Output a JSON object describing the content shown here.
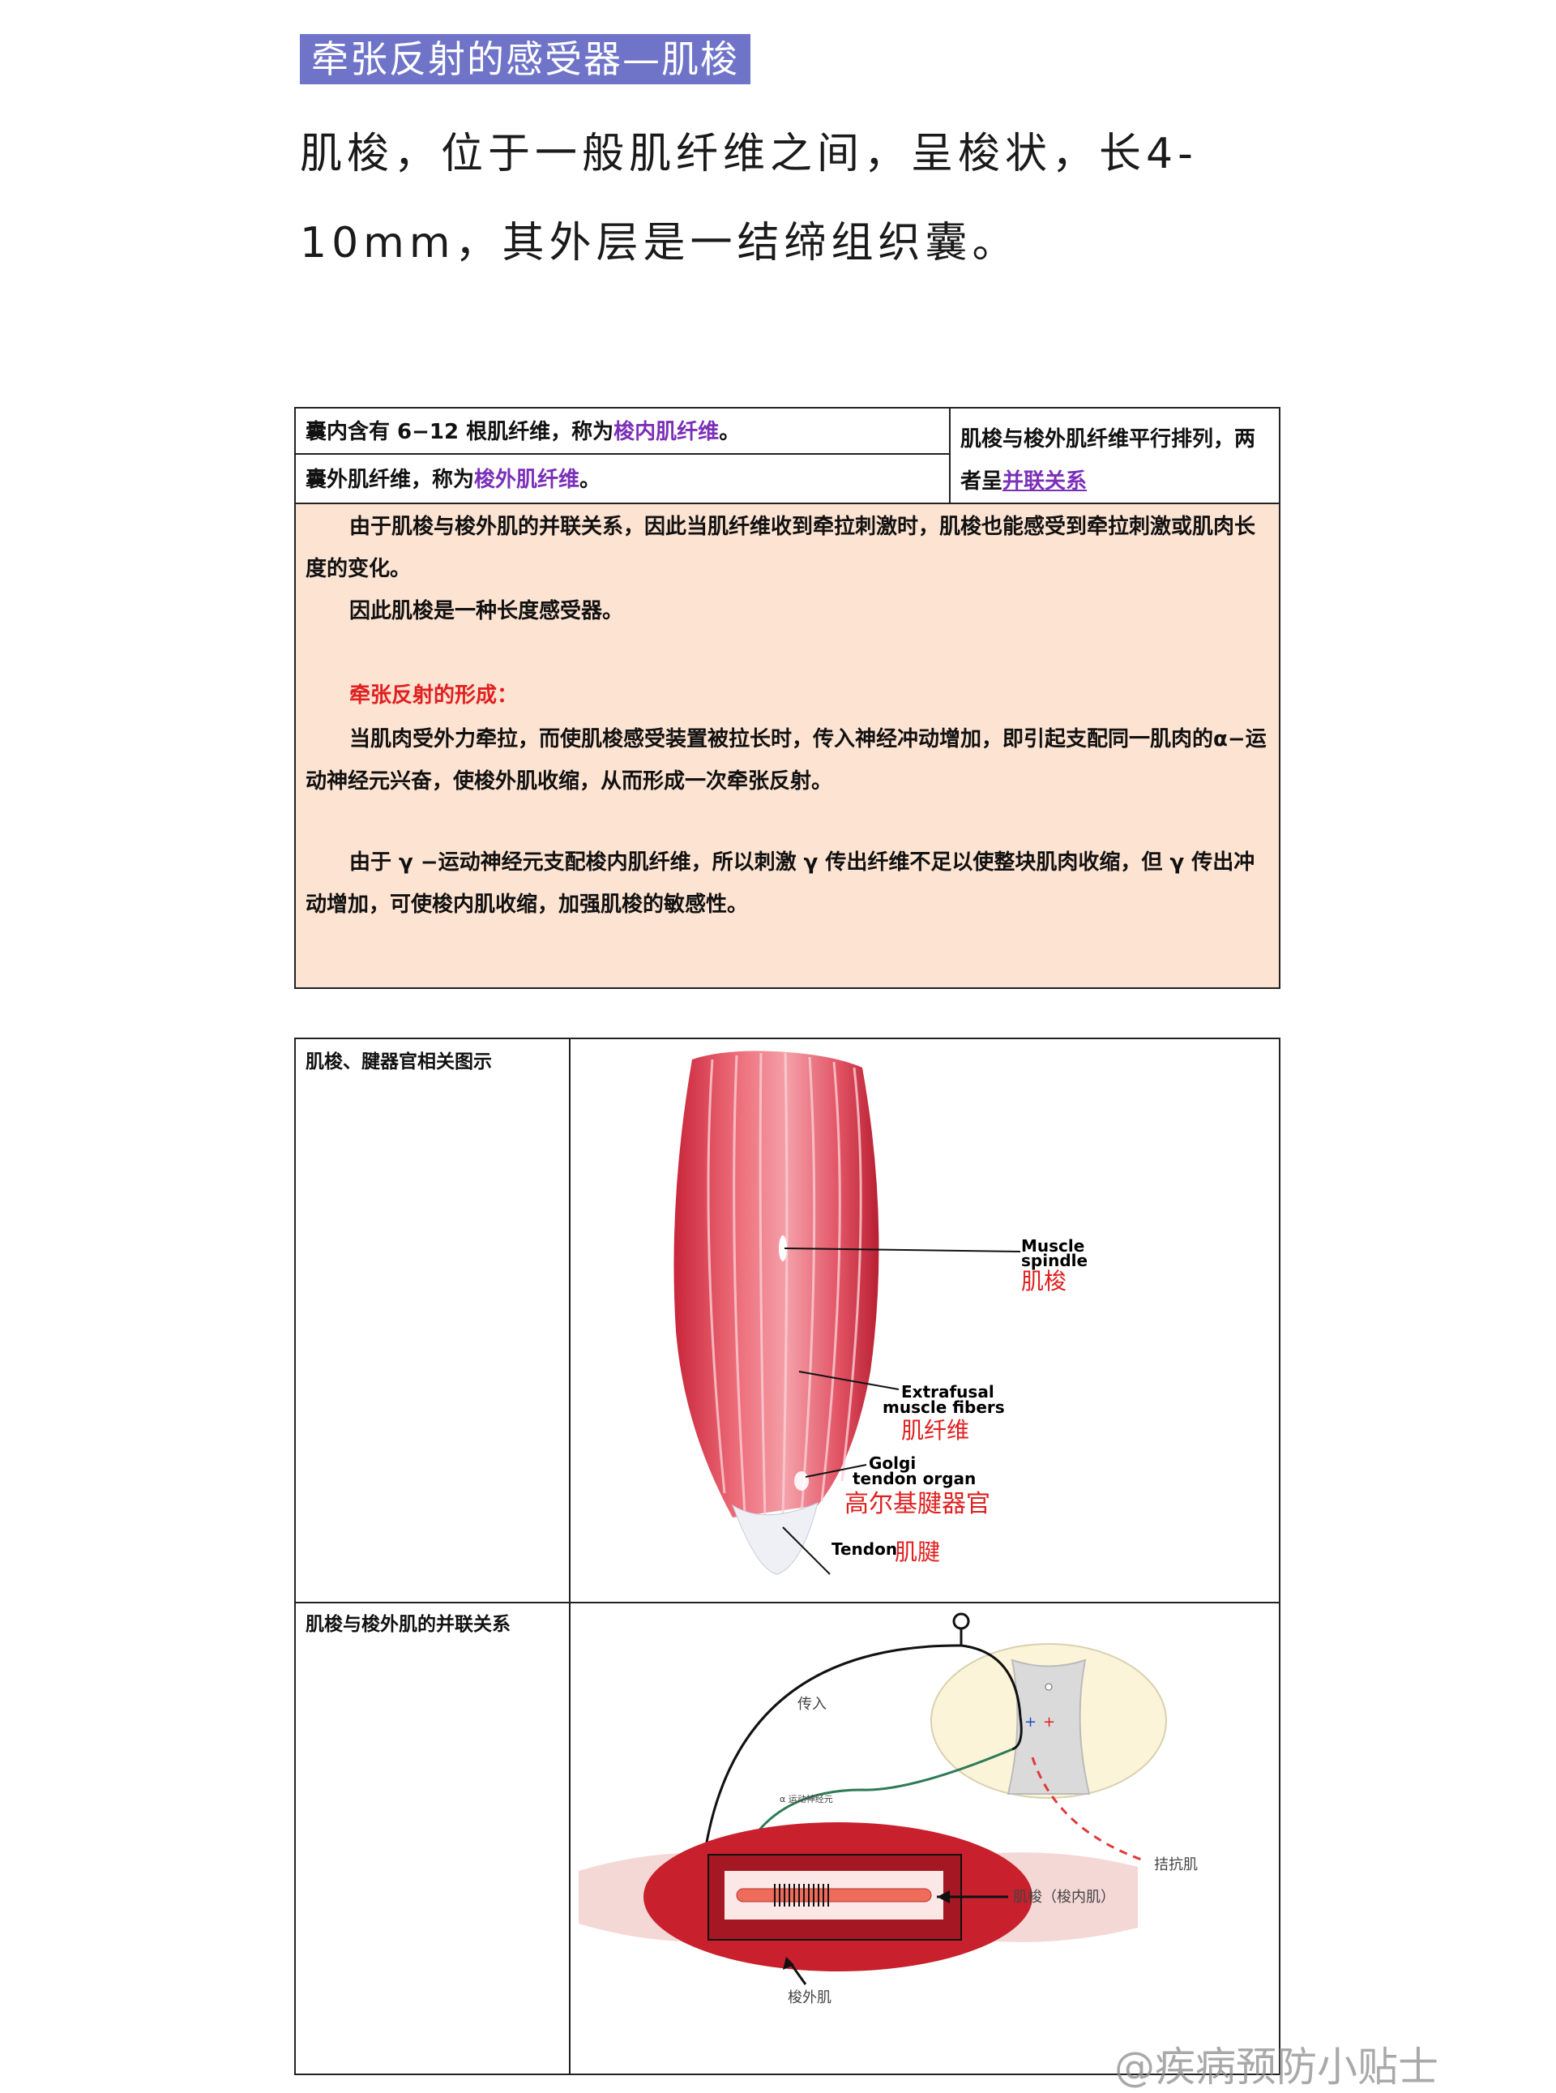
{
  "header": {
    "title": "牵张反射的感受器—肌梭"
  },
  "intro": {
    "line1": "肌梭，位于一般肌纤维之间，呈梭状，长4-",
    "line2": "10mm，其外层是一结缔组织囊。"
  },
  "table1": {
    "cell_a_prefix": "囊内含有 6−12 根肌纤维，称为",
    "cell_a_term": "梭内肌纤维",
    "cell_a_suffix": "。",
    "cell_b_prefix": "囊外肌纤维，称为",
    "cell_b_term": "梭外肌纤维",
    "cell_b_suffix": "。",
    "cell_c_line1": "肌梭与梭外肌纤维平行排列，两",
    "cell_c_line2_prefix": "者呈",
    "cell_c_line2_link": "并联关系",
    "p1": "由于肌梭与梭外肌的并联关系，因此当肌纤维收到牵拉刺激时，肌梭也能感受到牵拉刺激或肌肉长度的变化。",
    "p2": "因此肌梭是一种长度感受器。",
    "p3": "牵张反射的形成：",
    "p4": "当肌肉受外力牵拉，而使肌梭感受装置被拉长时，传入神经冲动增加，即引起支配同一肌肉的α−运动神经元兴奋，使梭外肌收缩，从而形成一次牵张反射。",
    "p5": "由于 γ −运动神经元支配梭内肌纤维，所以刺激 γ 传出纤维不足以使整块肌肉收缩，但 γ 传出冲动增加，可使梭内肌收缩，加强肌梭的敏感性。"
  },
  "table2": {
    "row1_label": "肌梭、腱器官相关图示",
    "row2_label": "肌梭与梭外肌的并联关系",
    "fig1": {
      "spindle_en1": "Muscle",
      "spindle_en2": "spindle",
      "spindle_cn": "肌梭",
      "extra_en1": "Extrafusal",
      "extra_en2": "muscle fibers",
      "extra_cn": "肌纤维",
      "golgi_en1": "Golgi",
      "golgi_en2": "tendon organ",
      "golgi_cn": "高尔基腱器官",
      "tendon_en": "Tendon",
      "tendon_cn": "肌腱"
    },
    "fig2": {
      "afferent": "传入",
      "alpha": "α 运动神经元",
      "antagonist": "拮抗肌",
      "spindle": "肌梭（梭内肌）",
      "extrafusal": "梭外肌"
    }
  },
  "watermark": "@疾病预防小贴士",
  "colors": {
    "banner": "#6f74c9",
    "purple": "#7b2fb8",
    "red": "#e02020",
    "panel": "#fde3d2"
  }
}
